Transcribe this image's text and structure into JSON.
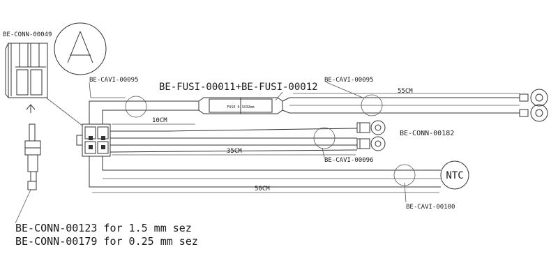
{
  "labels": {
    "conn_top": "BE-CONN-00049",
    "cavi_left": "BE-CAVI-00095",
    "fuse_assembly": "BE-FUSI-00011+BE-FUSI-00012",
    "cavi_right": "BE-CAVI-00095",
    "conn_ring": "BE-CONN-00182",
    "cavi_mid": "BE-CAVI-00096",
    "cavi_bottom": "BE-CAVI-00100",
    "fuse_text": "FUSE 6.3X32mm",
    "ntc": "NTC",
    "len_55": "55CM",
    "len_10": "10CM",
    "len_35": "35CM",
    "len_50": "50CM",
    "note_line1": "BE-CONN-00123 for 1.5  mm sez",
    "note_line2": "BE-CONN-00179 for 0.25 mm sez"
  },
  "colors": {
    "line": "#333333",
    "background": "#ffffff"
  }
}
